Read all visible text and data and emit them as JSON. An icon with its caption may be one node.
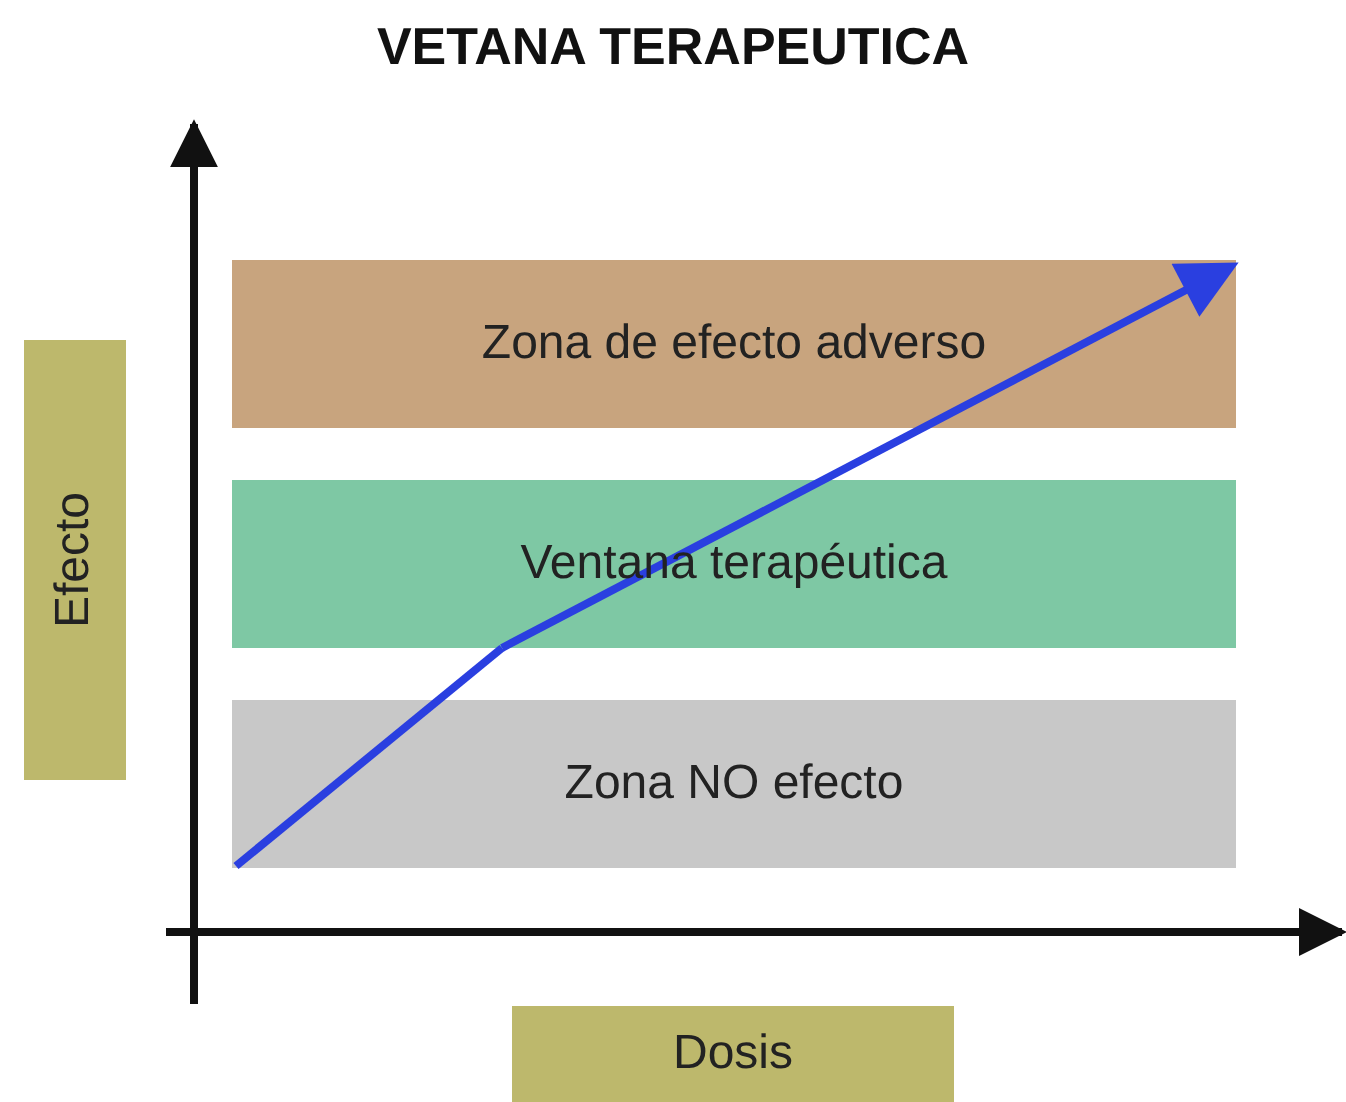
{
  "diagram": {
    "title": "VETANA TERAPEUTICA",
    "nodes": [
      {
        "text": [
          "Efecto"
        ]
      },
      {
        "text": [
          "Zona de efecto adverso"
        ]
      },
      {
        "text": [
          "Ventana terapéutica"
        ]
      },
      {
        "text": [
          "Zona NO efecto"
        ]
      },
      {
        "text": [
          "Dosis"
        ]
      }
    ],
    "edges": [
      {
        "from": 3,
        "to": 2,
        "arrow": "none"
      },
      {
        "from": 2,
        "to": 1,
        "arrow": "to"
      }
    ]
  }
}
